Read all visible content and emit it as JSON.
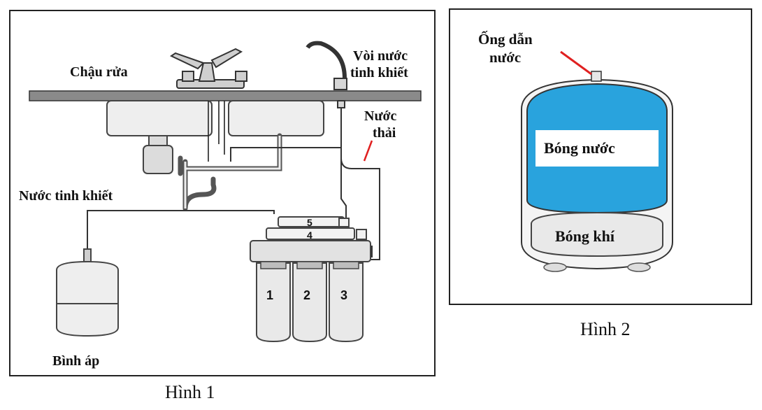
{
  "figure1": {
    "caption": "Hình 1",
    "labels": {
      "sink": "Chậu rửa",
      "faucet_line1": "Vòi nước",
      "faucet_line2": "tinh khiết",
      "waste_line1": "Nước",
      "waste_line2": "thải",
      "pure_water": "Nước tinh khiết",
      "tank": "Bình áp"
    },
    "filter_numbers": [
      "1",
      "2",
      "3",
      "4",
      "5"
    ]
  },
  "figure2": {
    "caption": "Hình 2",
    "labels": {
      "pipe_line1": "Ống dẫn",
      "pipe_line2": "nước",
      "water_bladder": "Bóng nước",
      "air_bladder": "Bóng khí"
    },
    "colors": {
      "water": "#29a3dd",
      "air": "#e9e9e9",
      "pointer": "#e02020"
    }
  }
}
